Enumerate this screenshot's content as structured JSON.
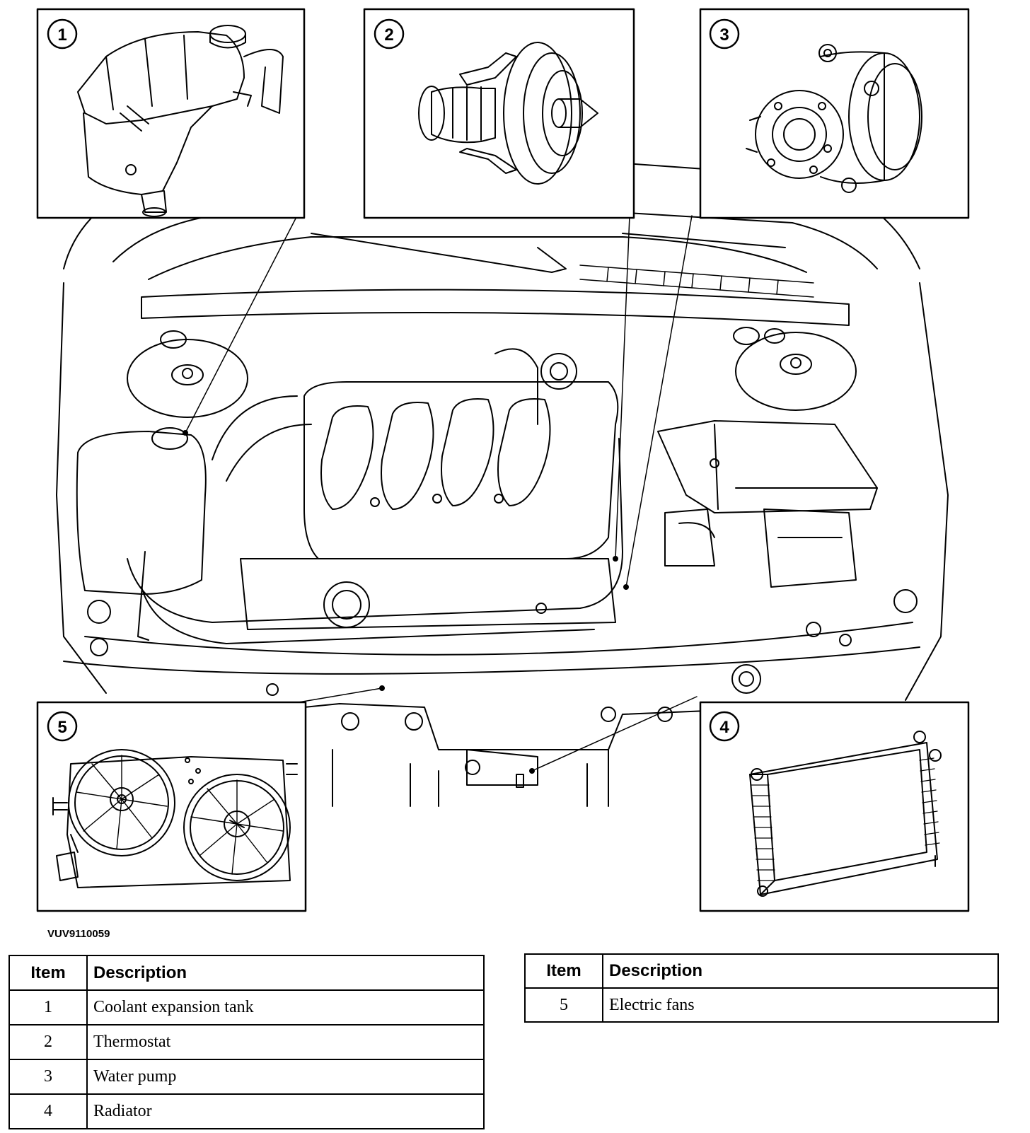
{
  "callouts": [
    {
      "number": "1",
      "name": "coolant-expansion-tank"
    },
    {
      "number": "2",
      "name": "thermostat"
    },
    {
      "number": "3",
      "name": "water-pump"
    },
    {
      "number": "4",
      "name": "radiator"
    },
    {
      "number": "5",
      "name": "electric-fans"
    }
  ],
  "reference_code": "VUV9110059",
  "legend_left": {
    "header_item": "Item",
    "header_description": "Description",
    "rows": [
      {
        "item": "1",
        "description": "Coolant expansion tank"
      },
      {
        "item": "2",
        "description": "Thermostat"
      },
      {
        "item": "3",
        "description": "Water pump"
      },
      {
        "item": "4",
        "description": "Radiator"
      }
    ]
  },
  "legend_right": {
    "header_item": "Item",
    "header_description": "Description",
    "rows": [
      {
        "item": "5",
        "description": "Electric fans"
      }
    ]
  }
}
